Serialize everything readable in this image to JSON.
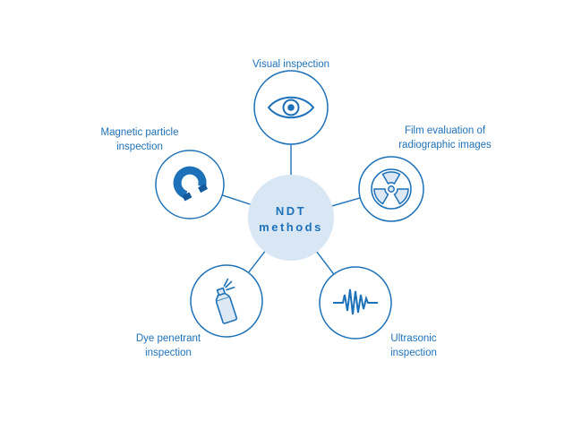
{
  "diagram": {
    "center": {
      "title_line1": "NDT",
      "title_line2": "methods"
    },
    "nodes": [
      {
        "id": "visual",
        "label": "Visual inspection",
        "icon": "eye-icon"
      },
      {
        "id": "film",
        "label": "Film evaluation of radiographic images",
        "icon": "radiation-icon"
      },
      {
        "id": "ultrasonic",
        "label": "Ultrasonic inspection",
        "icon": "waveform-icon"
      },
      {
        "id": "dye",
        "label": "Dye penetrant inspection",
        "icon": "spray-can-icon"
      },
      {
        "id": "magnetic",
        "label": "Magnetic particle inspection",
        "icon": "magnet-icon"
      }
    ],
    "colors": {
      "accent": "#1d71b8",
      "light_fill": "#d9e6f4",
      "icon_fill": "#dce9f5",
      "background": "#ffffff"
    }
  }
}
